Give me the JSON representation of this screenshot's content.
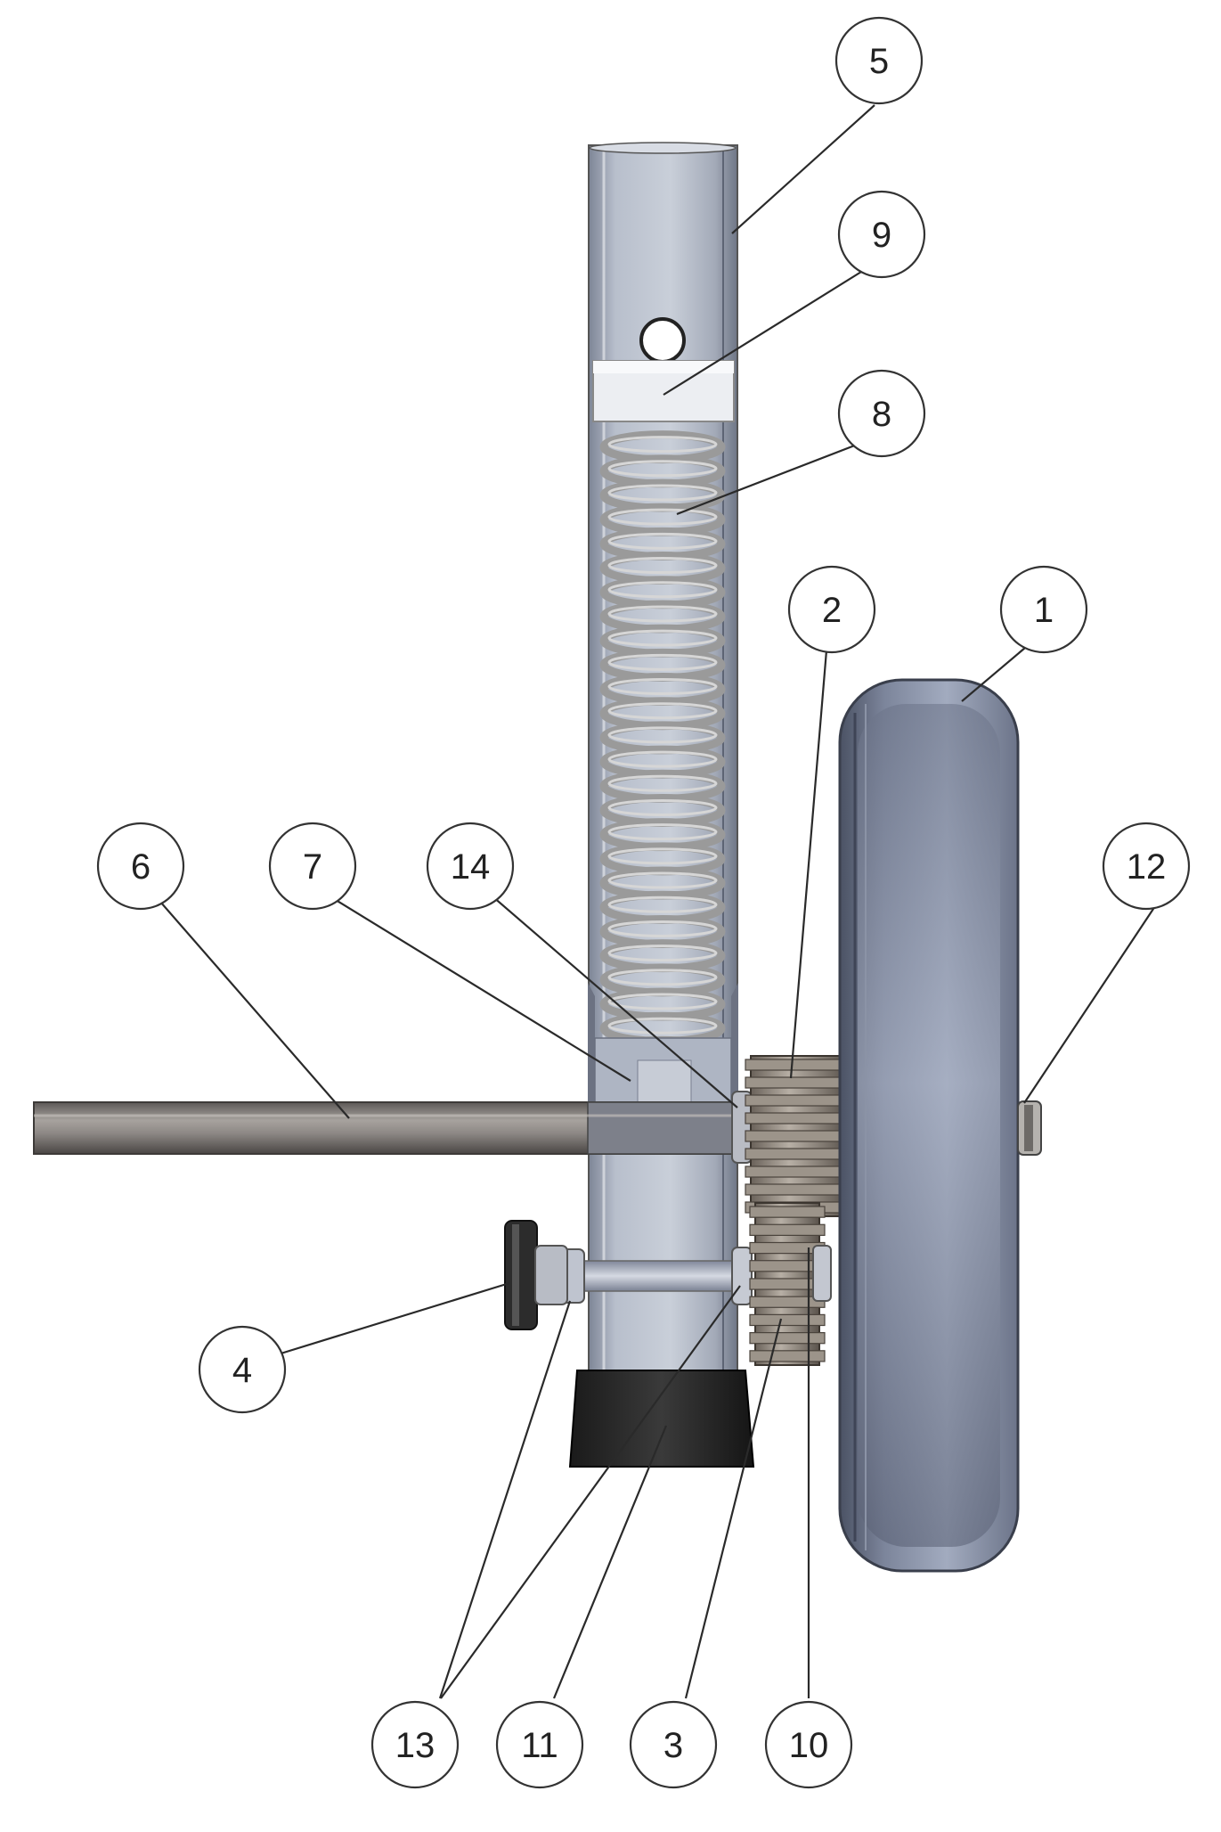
{
  "diagram": {
    "callouts": [
      {
        "id": "5",
        "label": "5"
      },
      {
        "id": "9",
        "label": "9"
      },
      {
        "id": "8",
        "label": "8"
      },
      {
        "id": "2",
        "label": "2"
      },
      {
        "id": "1",
        "label": "1"
      },
      {
        "id": "6",
        "label": "6"
      },
      {
        "id": "7",
        "label": "7"
      },
      {
        "id": "14",
        "label": "14"
      },
      {
        "id": "12",
        "label": "12"
      },
      {
        "id": "4",
        "label": "4"
      },
      {
        "id": "13",
        "label": "13"
      },
      {
        "id": "11",
        "label": "11"
      },
      {
        "id": "3",
        "label": "3"
      },
      {
        "id": "10",
        "label": "10"
      }
    ]
  }
}
